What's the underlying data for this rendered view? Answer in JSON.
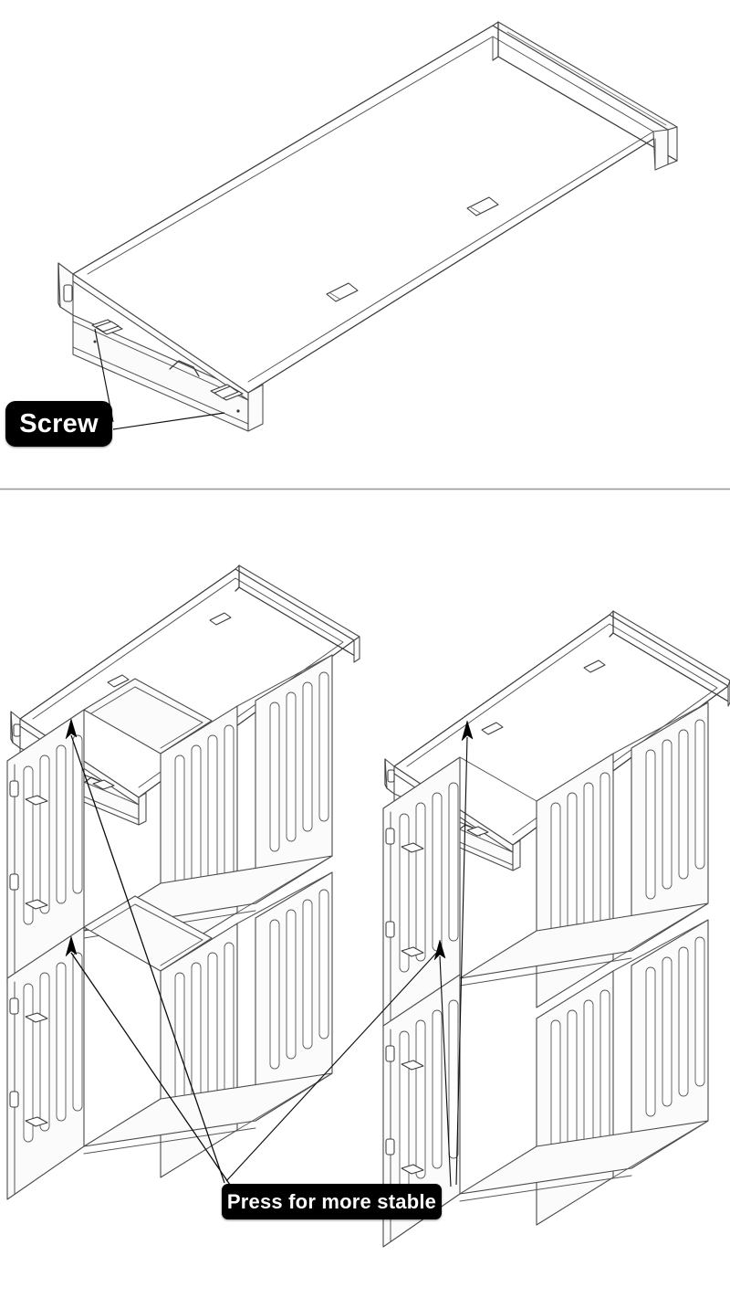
{
  "document": {
    "type": "assembly-instruction-sheet",
    "background_color": "#ffffff",
    "line_color": "#3a3a3a"
  },
  "steps": [
    {
      "id": "step-1",
      "figure_name": "top-panel-isometric",
      "description": "Isometric line drawing of the top shelf panel with raised rear and side lips, two rectangular mounting slots on the deck, and screw holes on the front rail.",
      "callouts": [
        {
          "id": "callout-screw",
          "label": "Screw",
          "background_color": "#000000",
          "text_color": "#ffffff",
          "leader_count": 2
        }
      ]
    },
    {
      "id": "step-2",
      "figures": [
        {
          "id": "figure-exploded",
          "figure_name": "shelf-exploded-view",
          "description": "Exploded isometric view: top panel lifted above a two-cube stacked shelf frame with slatted side panels."
        },
        {
          "id": "figure-assembled",
          "figure_name": "shelf-assembled-view",
          "description": "Assembled isometric view: top panel seated on the two-cube stacked shelf frame."
        }
      ],
      "callouts": [
        {
          "id": "callout-press-stable",
          "label": "Press for more stable",
          "background_color": "#000000",
          "text_color": "#ffffff",
          "leader_count": 3
        }
      ]
    }
  ],
  "dividers": [
    {
      "id": "section-divider",
      "orientation": "horizontal"
    }
  ]
}
